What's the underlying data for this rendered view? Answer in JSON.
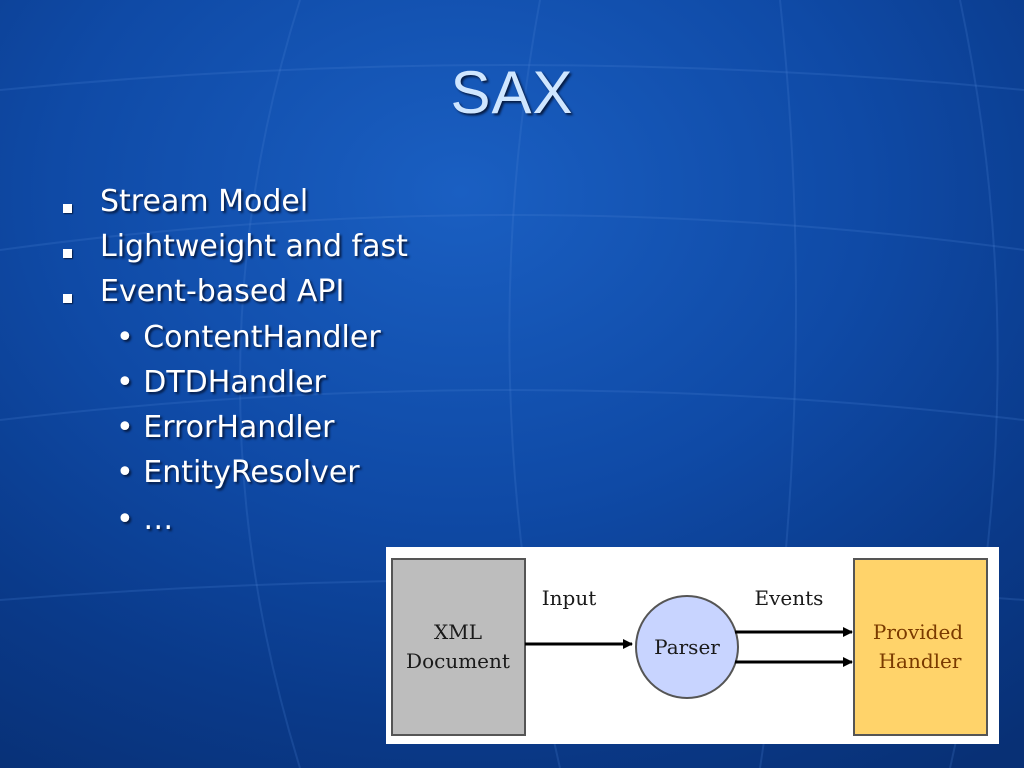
{
  "slide": {
    "title": "SAX",
    "bullets": [
      {
        "level": 1,
        "text": "Stream Model"
      },
      {
        "level": 1,
        "text": "Lightweight and fast"
      },
      {
        "level": 1,
        "text": "Event-based API"
      },
      {
        "level": 2,
        "text": "ContentHandler"
      },
      {
        "level": 2,
        "text": "DTDHandler"
      },
      {
        "level": 2,
        "text": "ErrorHandler"
      },
      {
        "level": 2,
        "text": "EntityResolver"
      },
      {
        "level": 2,
        "text": "…"
      }
    ]
  },
  "diagram": {
    "xml_document_line1": "XML",
    "xml_document_line2": "Document",
    "parser": "Parser",
    "handler_line1": "Provided",
    "handler_line2": "Handler",
    "input_label": "Input",
    "events_label": "Events"
  },
  "colors": {
    "background": "#0f4aa6",
    "title": "#cfe6ff",
    "xml_box": "#bdbdbd",
    "parser_circle": "#c8d4ff",
    "handler_box": "#ffd36a"
  }
}
